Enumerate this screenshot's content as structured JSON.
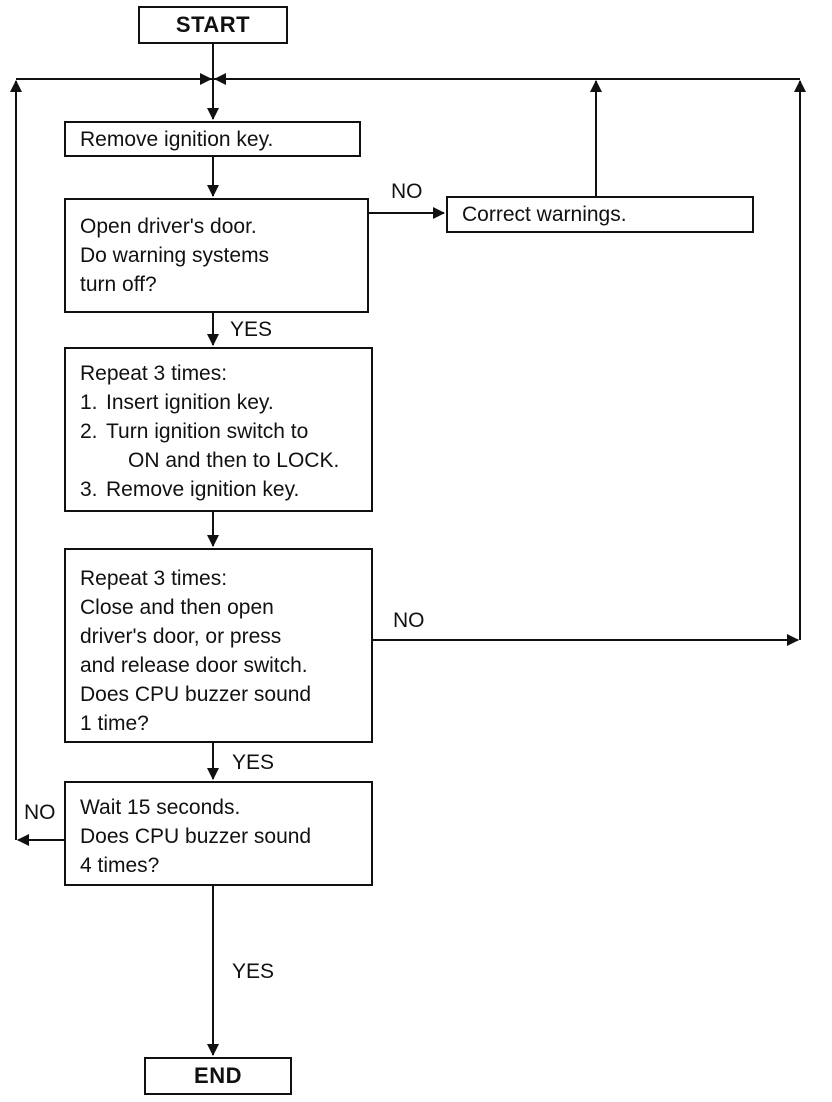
{
  "start": "START",
  "end": "END",
  "steps": {
    "remove_key": "Remove ignition key.",
    "door_check": [
      "Open driver's door.",
      "Do warning systems",
      "turn off?"
    ],
    "correct": "Correct warnings.",
    "repeat_key": {
      "heading": "Repeat 3 times:",
      "items": [
        {
          "num": "1.",
          "text": "Insert ignition key."
        },
        {
          "num": "2.",
          "text": "Turn ignition switch to",
          "cont": "ON and then to LOCK."
        },
        {
          "num": "3.",
          "text": "Remove ignition key."
        }
      ]
    },
    "repeat_door": [
      "Repeat 3 times:",
      "Close and then open",
      "driver's door, or press",
      "and release door switch.",
      "Does CPU buzzer sound",
      "1 time?"
    ],
    "wait": [
      "Wait 15 seconds.",
      "Does CPU buzzer sound",
      "4 times?"
    ]
  },
  "labels": {
    "no_1": "NO",
    "yes_1": "YES",
    "no_2": "NO",
    "yes_2": "YES",
    "no_3": "NO",
    "yes_3": "YES"
  }
}
